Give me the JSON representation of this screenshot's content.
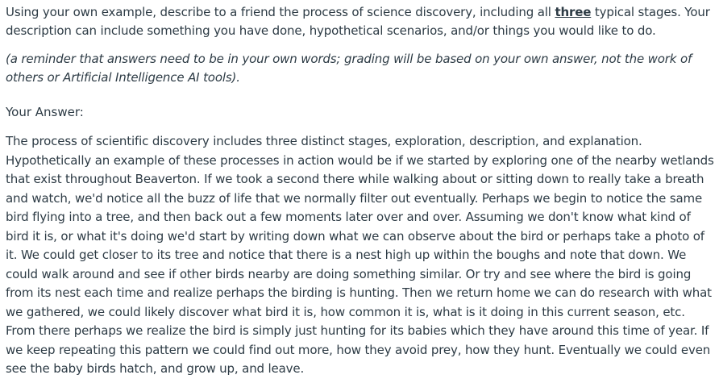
{
  "question": {
    "before": "Using your own example, describe to a friend the process of science discovery, including all ",
    "emphasis": "three",
    "after": " typical stages.  Your description can include something you have done, hypothetical scenarios, and/or things you would like to do."
  },
  "reminder": "(a reminder that answers need to be in your own words; grading will be based on your own answer, not the work of others or Artificial Intelligence AI tools).",
  "answer_label": "Your Answer:",
  "answer_text": "The process of scientific discovery includes three distinct stages, exploration, description, and explanation. Hypothetically an example of these processes in action would be if we started by exploring one of the nearby wetlands that exist throughout Beaverton. If we took a second there while walking about or sitting down to really take a breath and watch, we'd notice all the buzz of life that we normally filter out eventually. Perhaps we begin to notice the same bird flying into a tree, and then back out a few moments later over and over. Assuming we don't know what kind of bird it is, or what it's doing we'd start by writing down what we can observe about the bird or perhaps take a photo of it. We could get closer to its tree and notice that there is a nest high up within the boughs and note that down. We could walk around and see if other birds nearby are doing something similar. Or try and see where the bird is going from its nest each time and realize perhaps the birding is hunting. Then we return home we can do research with what we gathered, we could likely discover what bird it is, how common it is, what is it doing in this current season, etc. From there perhaps we realize the bird is simply just hunting for its babies which they have around this time of year. If we keep repeating this pattern we could find out more, how they avoid prey, how they hunt. Eventually we could even see the baby birds hatch, and grow up, and leave."
}
